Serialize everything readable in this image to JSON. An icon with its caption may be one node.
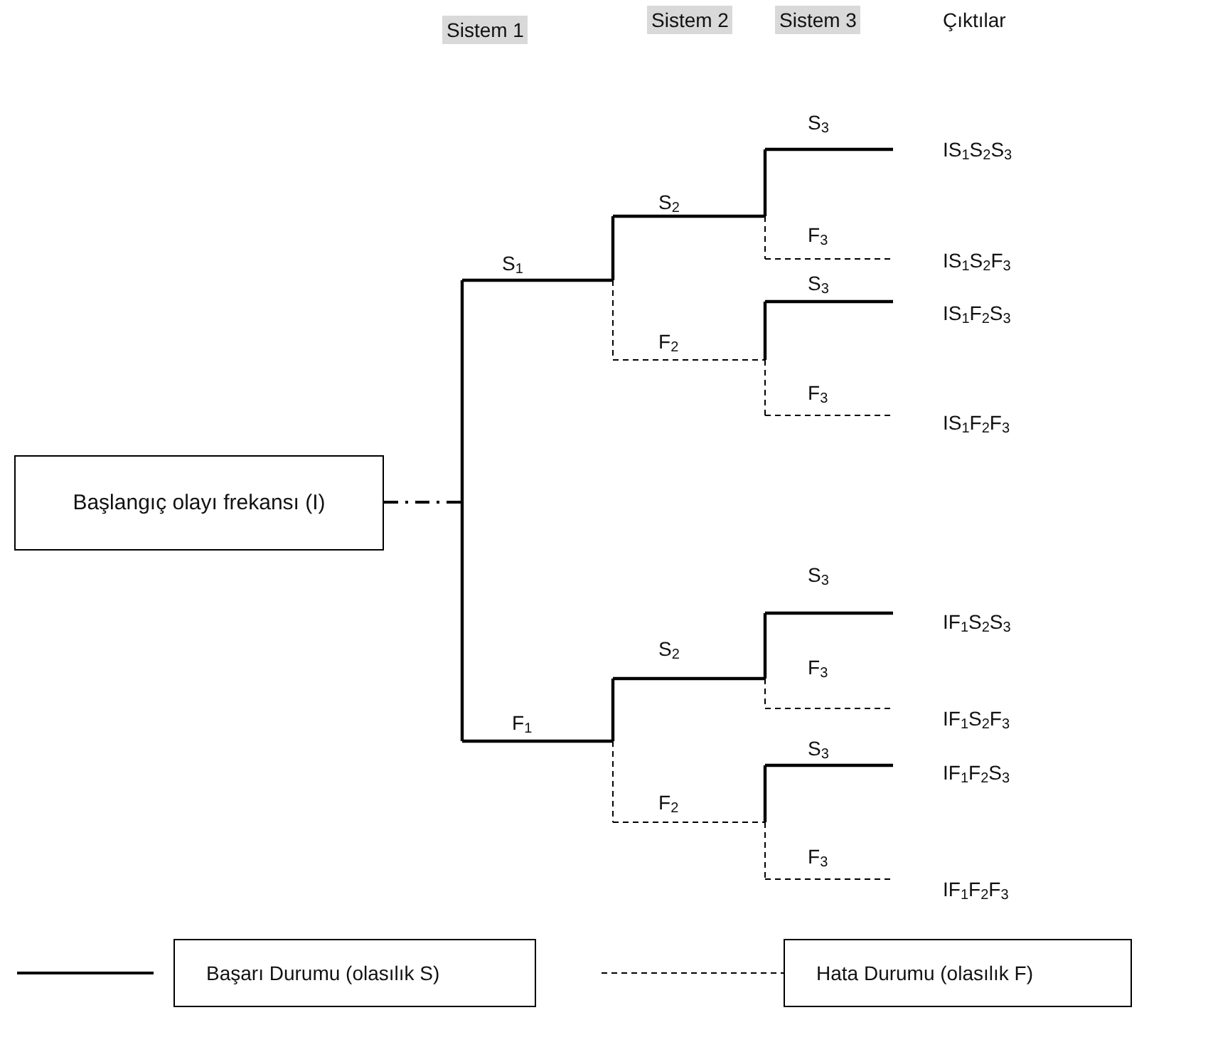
{
  "diagram": {
    "nodes": [
      {
        "text": [
          "Başlangıç olayı frekansı (I)"
        ]
      }
    ],
    "edges": [],
    "labels": [
      "Sistem 1",
      "Sistem 2",
      "Sistem 3",
      "Çıktılar",
      "S$_{3}$",
      "IS$_{1}$S$_{2}$S$_{3}$",
      "S$_{2}$",
      "F$_{3}$",
      "IS$_{1}$S$_{2}$F$_{3}$",
      "S$_{1}$",
      "S$_{3}$",
      "IS$_{1}$F$_{2}$S$_{3}$",
      "F$_{2}$",
      "F$_{3}$",
      "IS$_{1}$F$_{2}$F$_{3}$",
      "S$_{3}$",
      "IF$_{1}$S$_{2}$S$_{3}$",
      "S$_{2}$",
      "F$_{3}$",
      "IF$_{1}$S$_{2}$F$_{3}$",
      "F$_{1}$",
      "S$_{3}$",
      "IF$_{1}$F$_{2}$S$_{3}$",
      "F$_{2}$",
      "F$_{3}$",
      "IF$_{1}$F$_{2}$F$_{3}$"
    ],
    "legend": [
      {
        "text": "Başarı Durumu (olasılık S)"
      },
      {
        "text": "Hata Durumu (olasılık F)"
      }
    ]
  }
}
